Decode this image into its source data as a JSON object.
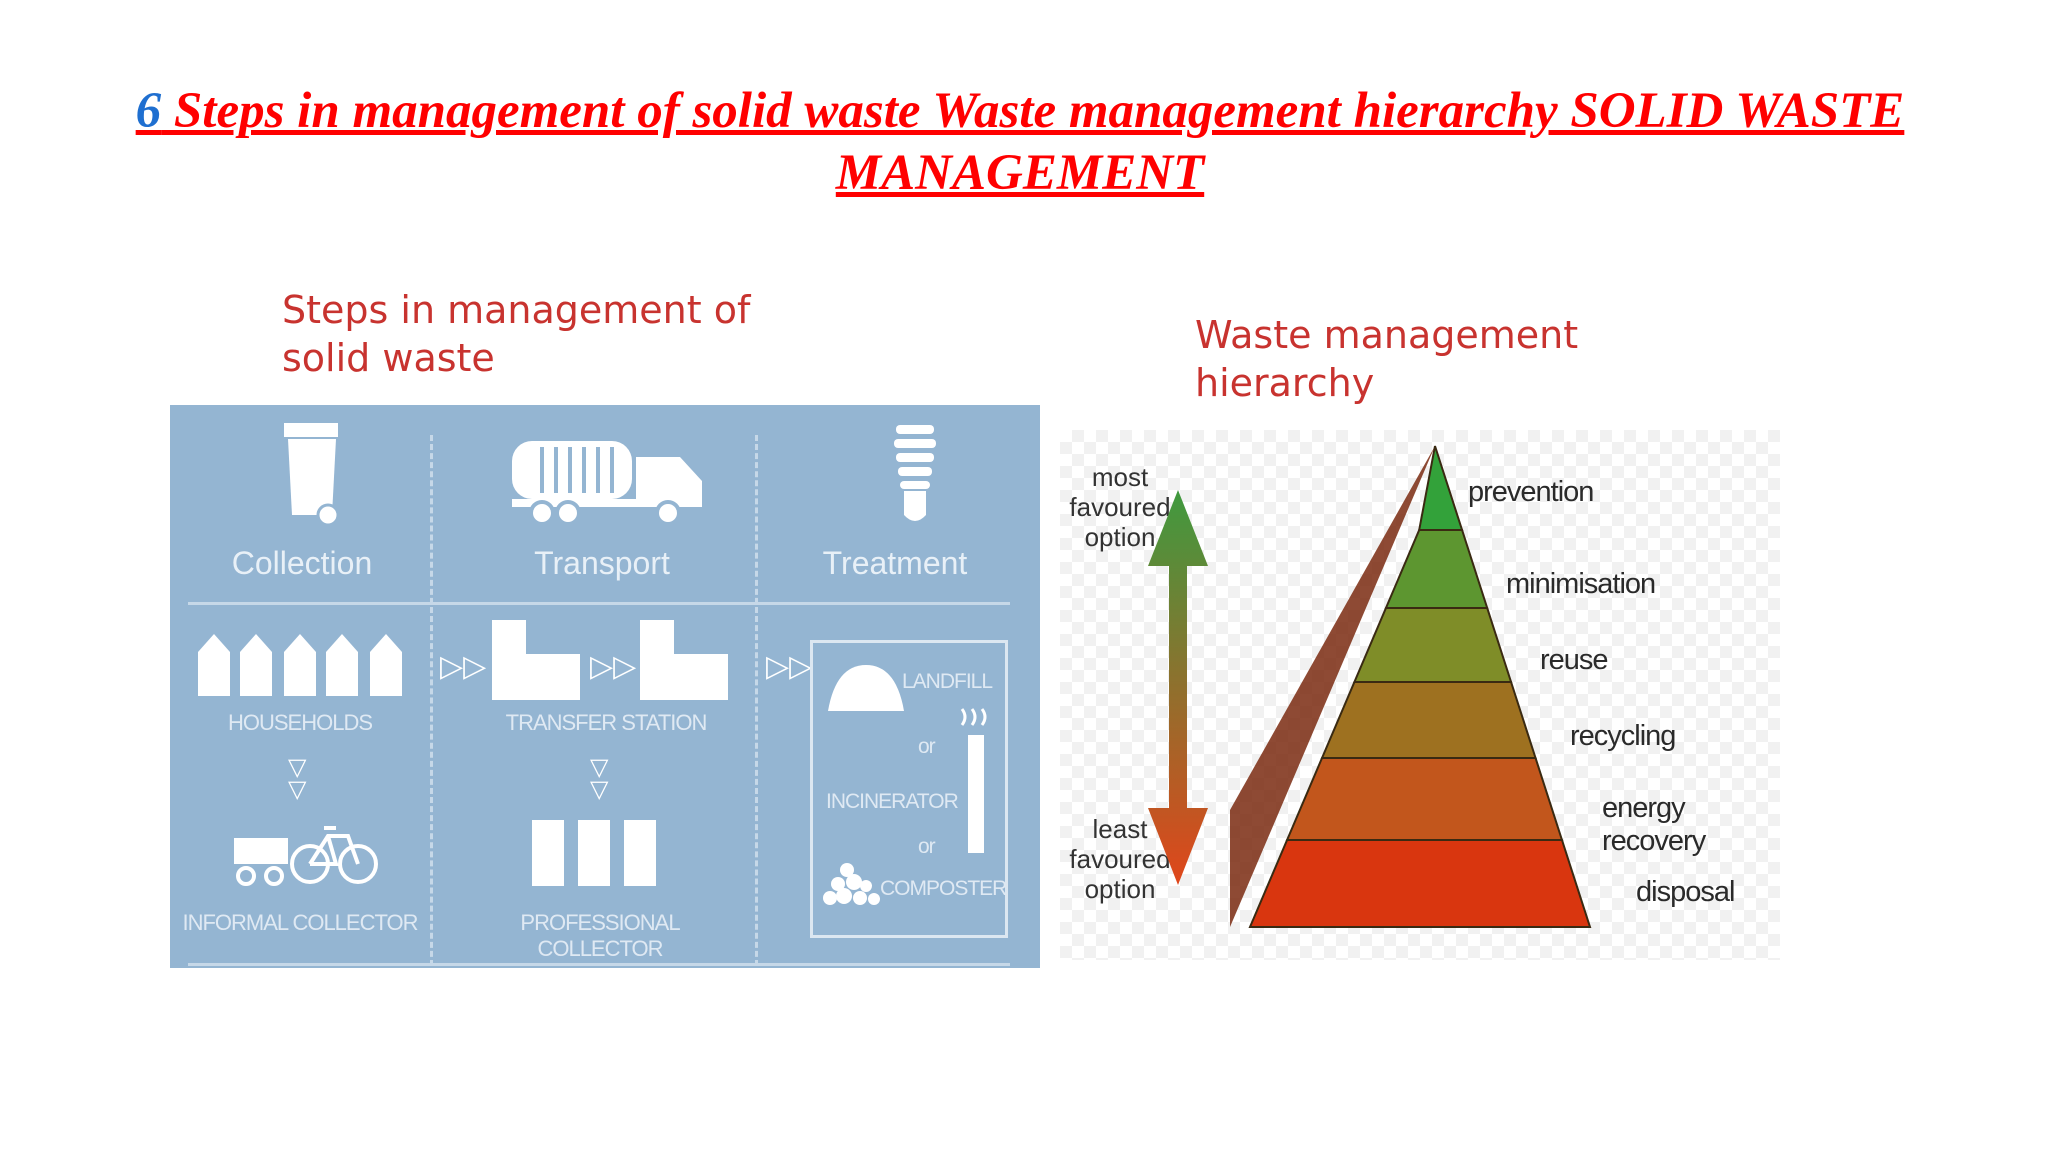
{
  "slide": {
    "number": "6",
    "title": " Steps in management of solid waste Waste management hierarchy SOLID WASTE MANAGEMENT"
  },
  "steps": {
    "caption_line1": "Steps in management of",
    "caption_line2": "solid waste",
    "stages": [
      "Collection",
      "Transport",
      "Treatment"
    ],
    "nodes": {
      "households": "HOUSEHOLDS",
      "transfer": "TRANSFER STATION",
      "informal": "INFORMAL COLLECTOR",
      "professional": "PROFESSIONAL COLLECTOR"
    },
    "treatment": {
      "landfill": "LANDFILL",
      "or1": "or",
      "incinerator": "INCINERATOR",
      "or2": "or",
      "composter": "COMPOSTER"
    }
  },
  "hierarchy": {
    "caption_line1": "Waste management",
    "caption_line2": "hierarchy",
    "most_line1": "most",
    "most_line2": "favoured",
    "most_line3": "option",
    "least_line1": "least",
    "least_line2": "favoured",
    "least_line3": "option",
    "levels": [
      {
        "label": "prevention",
        "color": "#33a23a"
      },
      {
        "label": "minimisation",
        "color": "#5d9630"
      },
      {
        "label": "reuse",
        "color": "#7f8d28"
      },
      {
        "label": "recycling",
        "color": "#9e7120"
      },
      {
        "label": "energy recovery",
        "color": "#c2561c"
      },
      {
        "label": "disposal",
        "color": "#d9360f"
      }
    ]
  },
  "colors": {
    "title": "#ff0000",
    "number": "#1f6fd0",
    "caption": "#c8332f",
    "panel": "#94b5d2"
  }
}
